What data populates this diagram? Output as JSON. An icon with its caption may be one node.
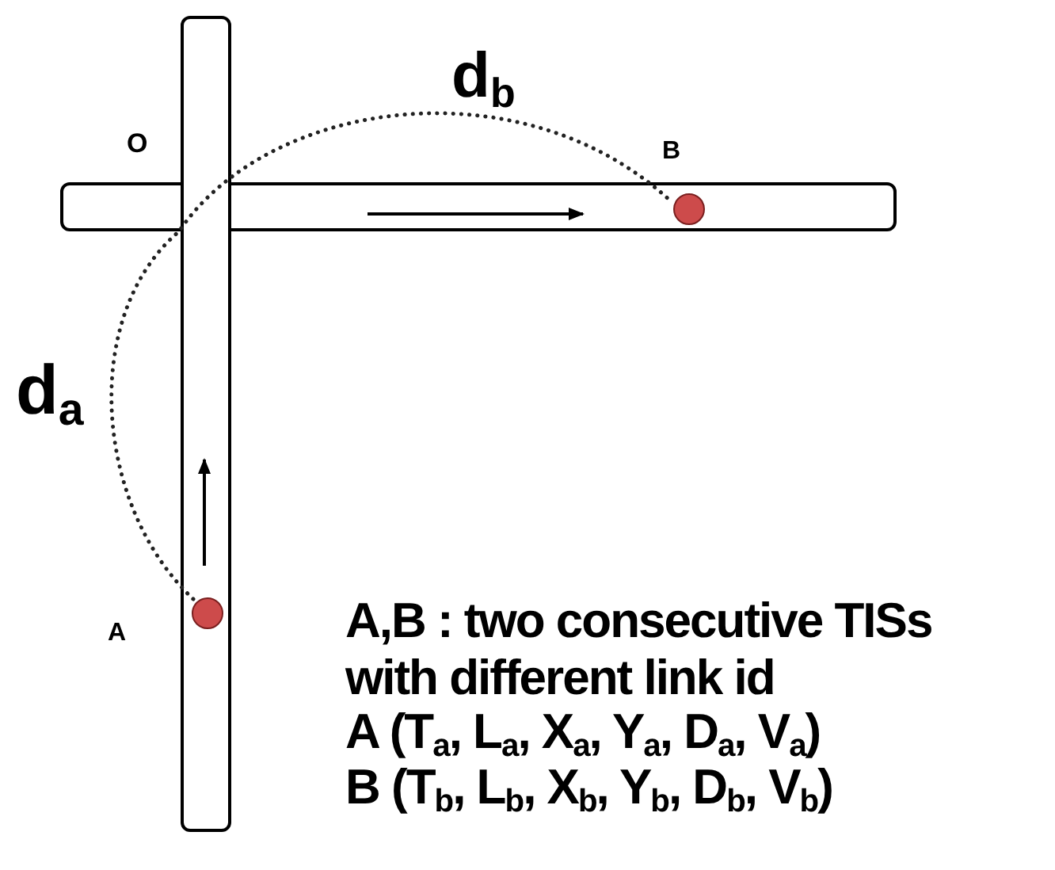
{
  "diagram": {
    "nodes": [
      {
        "text": [],
        "shape": "bar"
      },
      {
        "text": [],
        "shape": "bar"
      },
      {
        "text": [],
        "shape": "circle",
        "in": 0,
        "beside": [
          "A"
        ]
      },
      {
        "text": [],
        "shape": "circle",
        "in": 1,
        "beside": [
          "B"
        ]
      }
    ],
    "edges": [
      {
        "from": 2,
        "to": 3,
        "arrow": "none",
        "style": "dashed"
      }
    ],
    "labels": [
      "O",
      "d$_{b}$",
      "d$_{a}$",
      "A,B : two consecutive TISs",
      "with different link id",
      "A (T$_{a}$, L$_{a}$, X$_{a}$, Y$_{a}$, D$_{a}$, V$_{a}$)",
      "B (T$_{b}$, L$_{b}$, X$_{b}$, Y$_{b}$, D$_{b}$, V$_{b}$)"
    ]
  }
}
